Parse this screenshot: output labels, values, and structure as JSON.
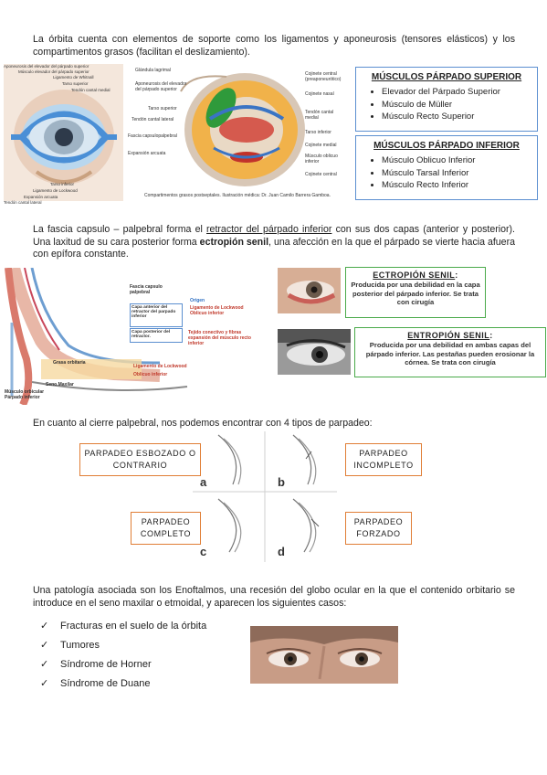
{
  "section1": {
    "intro": "La órbita cuenta con elementos de soporte como los ligamentos y aponeurosis (tensores elásticos) y los compartimentos grasos (facilitan el deslizamiento).",
    "figure_labels_left": [
      "Aponeurosis del elevador del párpado superior",
      "Músculo elevador del párpado superior",
      "Ligamento de Whitnall",
      "Tarso superior",
      "Tendón cantal medial",
      "Tarso inferior",
      "Ligamento de Lockwood",
      "Expansión arcuata",
      "Tendón cantal lateral"
    ],
    "figure_labels_right": [
      "Glándula lagrimal",
      "Aponeurosis del elevador del párpado superior",
      "Tarso superior",
      "Tendón cantal lateral",
      "Fascia capsulopalpebral",
      "Expansión arcuata",
      "Cojinete central (preaponeurótico)",
      "Cojinete nasal",
      "Tendón cantal medial",
      "Tarso inferior",
      "Cojinete medial",
      "Músculo oblicuo inferior",
      "Cojinete central"
    ],
    "figure_caption": "Compartimentos grasos postseptales. Ilustración médica: Dr. Juan Camilo Barrera Gamboa.",
    "upper_box": {
      "title": "MÚSCULOS PÁRPADO SUPERIOR",
      "items": [
        "Elevador del Párpado Superior",
        "Músculo de Müller",
        "Músculo Recto Superior"
      ]
    },
    "lower_box": {
      "title": "MÚSCULOS PÁRPADO INFERIOR",
      "items": [
        "Músculo Oblicuo Inferior",
        "Músculo Tarsal Inferior",
        "Músculo Recto Inferior"
      ]
    }
  },
  "section2": {
    "p_before": "La fascia capsulo – palpebral forma el ",
    "p_link": "retractor del párpado inferior",
    "p_mid": " con sus dos capas (anterior y posterior). Una laxitud de su cara posterior forma ",
    "p_bold": "ectropión senil",
    "p_after": ", una afección en la que el párpado se vierte hacia afuera con epífora constante.",
    "diagram_labels": {
      "fascia": "Fascia capsulo palpebral",
      "capa_anterior": "Capa anterior del retractor del parpado inferior",
      "capa_posterior": "Capa posterior del retractor.",
      "origen": "Origen",
      "lockwood_oblicuo": "Ligamento de Lockwood Oblicuo inferior",
      "tejido": "Tejido conectivo y fibras expansión del músculo recto inferior",
      "lockwood2": "Ligamento de Lockwood",
      "oblicuo2": "Oblicuo inferior",
      "grasa": "Grasa orbitaria",
      "seno": "Seno Maxilar",
      "musculo": "Músculo orbicular Párpado inferior"
    },
    "ectropion": {
      "title": "ECTROPIÓN SENIL",
      "desc": "Producida por una debilidad en la capa posterior del párpado inferior. Se trata con cirugía"
    },
    "entropion": {
      "title": "ENTROPIÓN SENIL",
      "desc": "Producida por una debilidad en ambas capas del párpado inferior. Las pestañas pueden erosionar la córnea. Se trata con cirugía"
    }
  },
  "section3": {
    "intro": "En cuanto al cierre palpebral, nos podemos encontrar con 4 tipos de parpadeo:",
    "labels": [
      "PARPADEO ESBOZADO O CONTRARIO",
      "PARPADEO INCOMPLETO",
      "PARPADEO COMPLETO",
      "PARPADEO FORZADO"
    ],
    "letters": [
      "a",
      "b",
      "c",
      "d"
    ]
  },
  "section4": {
    "intro": "Una patología asociada son los Enoftalmos, una recesión del globo ocular en la que el contenido orbitario se introduce en el seno maxilar o etmoidal, y aparecen los siguientes casos:",
    "items": [
      "Fracturas en el suelo de la órbita",
      "Tumores",
      "Síndrome de Horner",
      "Síndrome de Duane"
    ]
  },
  "colors": {
    "blue_border": "#5b8fd0",
    "green_border": "#4aaa4a",
    "orange_border": "#e07e36"
  }
}
